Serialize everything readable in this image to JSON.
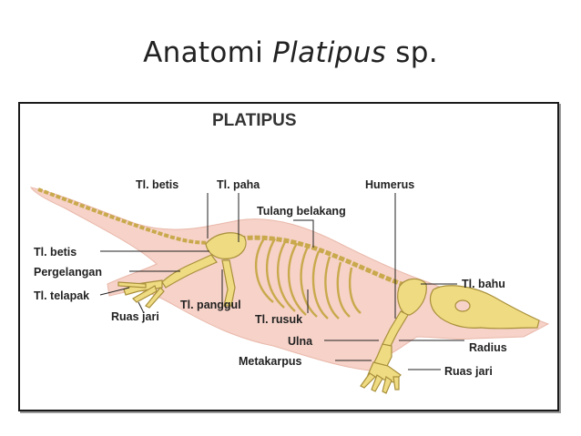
{
  "slide": {
    "title_prefix": "Anatomi ",
    "title_italic": "Platipus",
    "title_suffix": " sp."
  },
  "diagram": {
    "heading": "PLATIPUS",
    "labels": {
      "tl_betis_top": "Tl. betis",
      "tl_paha": "Tl. paha",
      "humerus": "Humerus",
      "tulang_belakang": "Tulang belakang",
      "tl_betis_left": "Tl. betis",
      "pergelangan": "Pergelangan",
      "tl_telapak": "Tl. telapak",
      "ruas_jari_left": "Ruas jari",
      "tl_panggul": "Tl. panggul",
      "tl_rusuk": "Tl. rusuk",
      "tl_bahu": "Tl. bahu",
      "ulna": "Ulna",
      "radius": "Radius",
      "metakarpus": "Metakarpus",
      "ruas_jari_right": "Ruas jari"
    },
    "colors": {
      "body": "#f6d2c8",
      "bone": "#efdb82",
      "bone_outline": "#a88f3a",
      "line": "#222222"
    }
  }
}
